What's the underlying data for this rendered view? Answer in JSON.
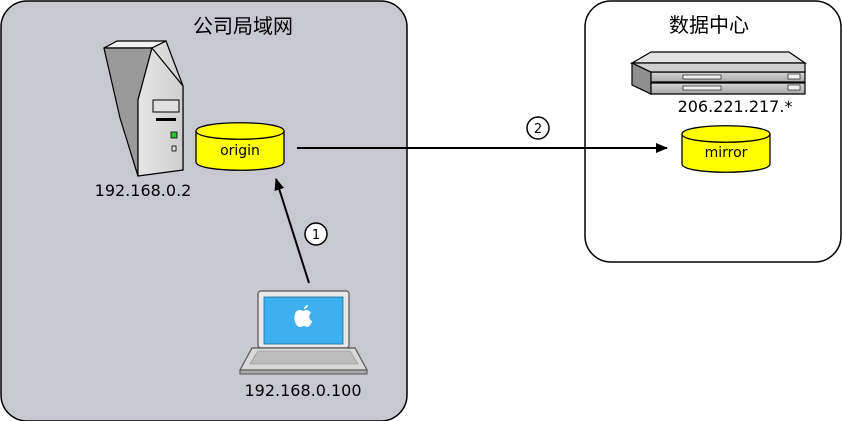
{
  "lan": {
    "title": "公司局域网",
    "server_ip": "192.168.0.2",
    "laptop_ip": "192.168.0.100",
    "origin_label": "origin"
  },
  "datacenter": {
    "title": "数据中心",
    "server_ip": "206.221.217.*",
    "mirror_label": "mirror"
  },
  "steps": [
    "1",
    "2"
  ],
  "colors": {
    "lan_fill": "#c8c8d0",
    "datacenter_fill": "#ffffff",
    "cylinder_fill": "#ffff00",
    "screen_fill": "#3fb0ef"
  },
  "icons": [
    "tower-server-icon",
    "rack-server-icon",
    "laptop-icon",
    "apple-logo-icon",
    "database-cylinder-icon"
  ]
}
